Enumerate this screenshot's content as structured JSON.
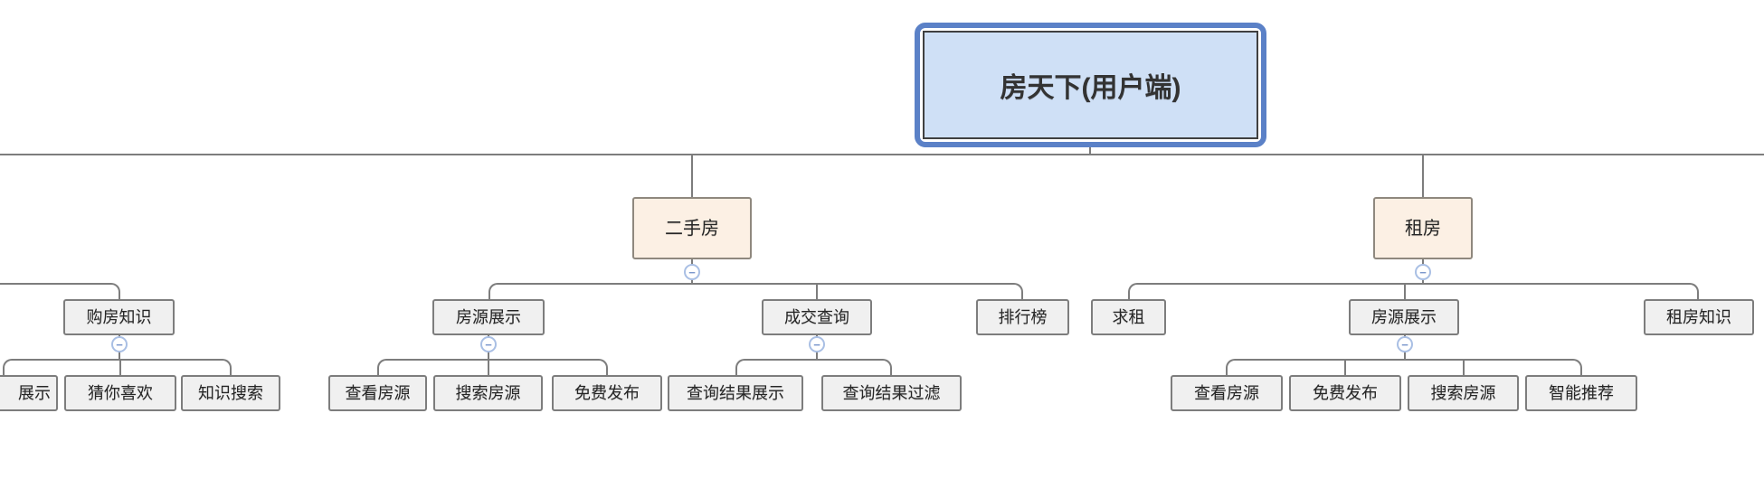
{
  "app": {
    "type": "mind-map-diagram",
    "layout": "org-chart-top-down"
  },
  "nodes": {
    "root": "房天下(用户端)",
    "ershoufang": "二手房",
    "zufang": "租房",
    "goufang_zhishi": "购房知识",
    "fangyuan_zhanshi_esf": "房源展示",
    "chengjiao_chaxun": "成交查询",
    "paihangbang": "排行榜",
    "qiuzu": "求租",
    "fangyuan_zhanshi_zf": "房源展示",
    "zufang_zhishi": "租房知识",
    "zhanshi_cut": "展示",
    "cainixihuan": "猜你喜欢",
    "zhishi_sousuo": "知识搜索",
    "chakan_fangyuan_esf": "查看房源",
    "sousuo_fangyuan_esf": "搜索房源",
    "mianfei_fabu_esf": "免费发布",
    "chaxun_jieguo_zhanshi": "查询结果展示",
    "chaxun_jieguo_guolv": "查询结果过滤",
    "chakan_fangyuan_zf": "查看房源",
    "mianfei_fabu_zf": "免费发布",
    "sousuo_fangyuan_zf": "搜索房源",
    "zhineng_tuijian": "智能推荐"
  },
  "structure": {
    "root_children_visible": [
      "二手房",
      "租房"
    ],
    "ershoufang_children": [
      "房源展示",
      "成交查询",
      "排行榜"
    ],
    "fangyuan_zhanshi_esf_children": [
      "查看房源",
      "搜索房源",
      "免费发布"
    ],
    "chengjiao_chaxun_children": [
      "查询结果展示",
      "查询结果过滤"
    ],
    "zufang_children": [
      "求租",
      "房源展示",
      "租房知识"
    ],
    "fangyuan_zhanshi_zf_children": [
      "查看房源",
      "免费发布",
      "搜索房源",
      "智能推荐"
    ],
    "offscreen_left_branch_children": [
      "购房知识"
    ],
    "goufang_zhishi_children": [
      "展示 (clipped)",
      "猜你喜欢",
      "知识搜索"
    ]
  },
  "icons": {
    "collapse": "−"
  },
  "colors": {
    "root_fill": "#cfe0f6",
    "root_outer_border": "#5b81c7",
    "root_inner_border": "#404040",
    "branch_fill": "#fcf0e4",
    "branch_border": "#8f887e",
    "node_fill": "#f0f0f0",
    "node_border": "#7d7d7d",
    "connector": "#7d7d7d",
    "collapse_ring": "#a9bfe4",
    "collapse_glyph": "#7b97cc",
    "text": "#262626"
  }
}
